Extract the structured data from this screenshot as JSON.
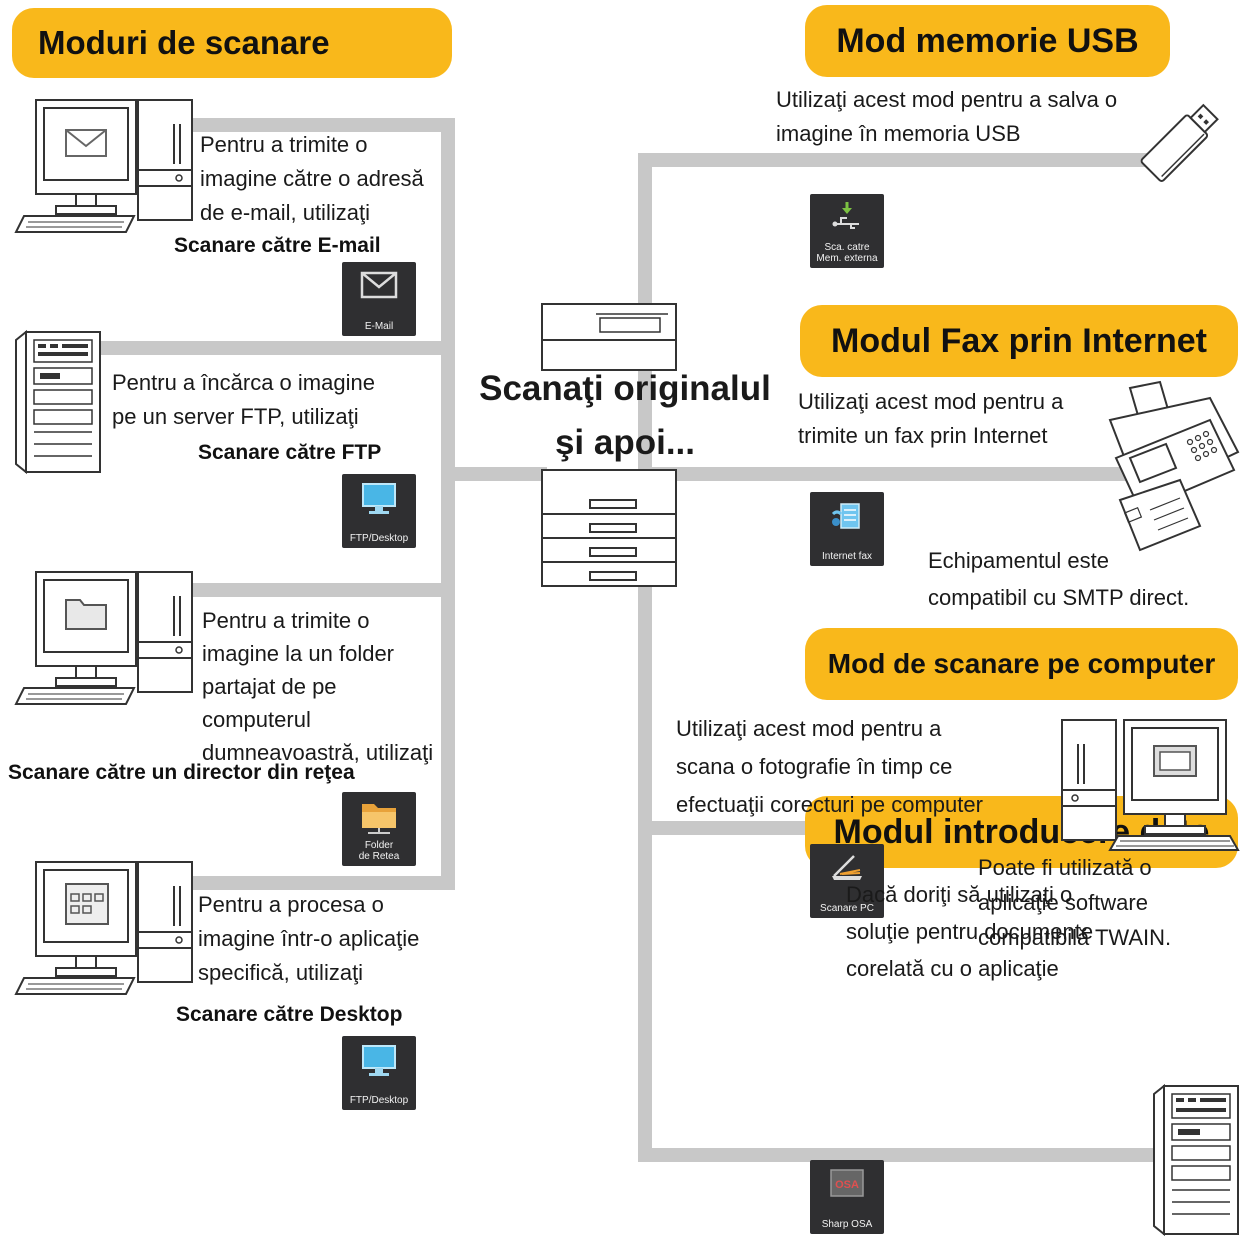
{
  "sections": {
    "scan_modes": "Moduri de scanare",
    "usb_mode": "Mod memorie USB",
    "internet_fax_mode": "Modul Fax prin Internet",
    "pc_scan_mode": "Mod de scanare pe computer",
    "data_entry_mode": "Modul introducere date"
  },
  "center": {
    "line1": "Scanaţi originalul",
    "line2": "şi apoi..."
  },
  "email": {
    "lines": [
      "Pentru a trimite o",
      "imagine către o adresă",
      "de e-mail, utilizaţi"
    ],
    "label": "Scanare către E-mail",
    "icon_caption": "E-Mail"
  },
  "ftp": {
    "lines": [
      "Pentru a încărca o imagine",
      "pe un server FTP, utilizaţi"
    ],
    "label": "Scanare către FTP",
    "icon_caption": "FTP/Desktop"
  },
  "folder": {
    "lines": [
      "Pentru a trimite o",
      "imagine la un folder",
      "partajat de pe",
      "computerul",
      "dumneavoastră, utilizaţi"
    ],
    "label": "Scanare către un director din reţea",
    "icon_caption_1": "Folder",
    "icon_caption_2": "de Retea"
  },
  "desktop": {
    "lines": [
      "Pentru a procesa o",
      "imagine într-o aplicaţie",
      "specifică, utilizaţi"
    ],
    "label": "Scanare către Desktop",
    "icon_caption": "FTP/Desktop"
  },
  "usb": {
    "lines": [
      "Utilizaţi acest mod pentru a salva o",
      "imagine în memoria USB"
    ],
    "icon_caption_1": "Sca. catre",
    "icon_caption_2": "Mem. externa"
  },
  "ifax": {
    "lines": [
      "Utilizaţi acest mod pentru a",
      "trimite un fax prin Internet"
    ],
    "note": [
      "Echipamentul este",
      "compatibil cu SMTP direct."
    ],
    "icon_caption": "Internet fax"
  },
  "pcscan": {
    "lines": [
      "Utilizaţi acest mod pentru a",
      "scana o fotografie în timp ce",
      "efectuaţii corecturi pe computer"
    ],
    "note": [
      "Poate fi utilizată o",
      "aplicaţie software",
      "compatibilă TWAIN."
    ],
    "icon_caption": "Scanare PC"
  },
  "dataentry": {
    "lines": [
      "Dacă doriţi să utilizaţi o",
      "soluţie pentru documente",
      "corelată cu o aplicaţie"
    ],
    "icon_caption": "Sharp OSA"
  },
  "colors": {
    "accent": "#f9b81b",
    "line": "#c8c8c8",
    "icon_bg": "#2f2f31"
  }
}
